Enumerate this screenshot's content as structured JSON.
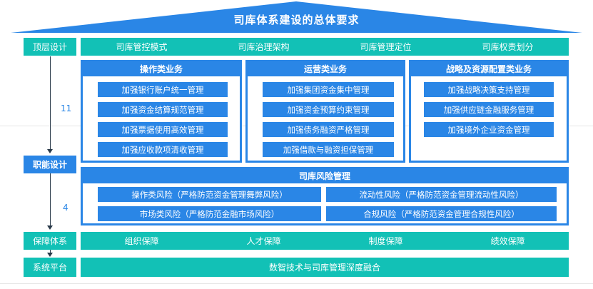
{
  "title": "司库体系建设的总体要求",
  "labels": {
    "top_design": "顶层设计",
    "function_design": "职能设计",
    "guarantee": "保障体系",
    "platform": "系统平台"
  },
  "top_items": [
    "司库管控模式",
    "司库治理架构",
    "司库管理定位",
    "司库权责划分"
  ],
  "numbers": {
    "ops_count": "11",
    "risk_count": "4"
  },
  "panels": [
    {
      "title": "操作类业务",
      "items": [
        "加强银行账户统一管理",
        "加强资金结算规范管理",
        "加强票据使用高效管理",
        "加强应收款项清收管理"
      ]
    },
    {
      "title": "运营类业务",
      "items": [
        "加强集团资金集中管理",
        "加强资金预算约束管理",
        "加强债务融资严格管理",
        "加强借款与融资担保管理"
      ]
    },
    {
      "title": "战略及资源配置类业务",
      "items": [
        "加强战略决策支持管理",
        "加强供应链金融服务管理",
        "加强境外企业资金管理"
      ]
    }
  ],
  "risk": {
    "title": "司库风险管理",
    "items": [
      "操作类风险（严格防范资金管理舞弊风险）",
      "流动性风险（严格防范资金管理流动性风险）",
      "市场类风险（严格防范金融市场风险）",
      "合规风险（严格防范资金管理合规性风险）"
    ]
  },
  "guarantee_items": [
    "组织保障",
    "人才保障",
    "制度保障",
    "绩效保障"
  ],
  "platform_text": "数智技术与司库管理深度融合",
  "colors": {
    "teal": "#12c1b6",
    "blue": "#2a86e6"
  }
}
